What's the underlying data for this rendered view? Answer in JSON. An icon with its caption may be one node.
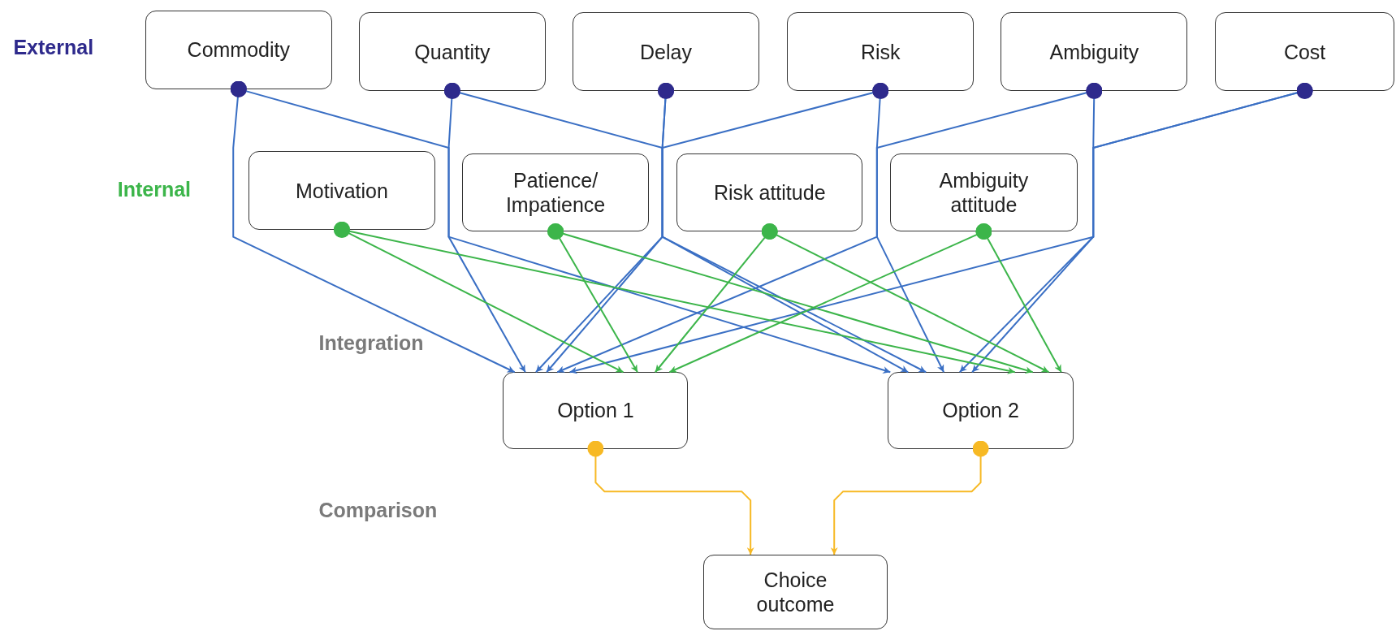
{
  "diagram": {
    "nodes": [
      {
        "text": [
          "Commodity"
        ]
      },
      {
        "text": [
          "Quantity"
        ]
      },
      {
        "text": [
          "Delay"
        ]
      },
      {
        "text": [
          "Risk"
        ]
      },
      {
        "text": [
          "Ambiguity"
        ]
      },
      {
        "text": [
          "Cost"
        ]
      },
      {
        "text": [
          "Motivation"
        ]
      },
      {
        "text": [
          "Patience/ Impatience"
        ]
      },
      {
        "text": [
          "Risk attitude"
        ]
      },
      {
        "text": [
          "Ambiguity attitude"
        ]
      },
      {
        "text": [
          "Option 1"
        ]
      },
      {
        "text": [
          "Option 2"
        ]
      },
      {
        "text": [
          "Choice outcome"
        ]
      }
    ],
    "edges": [
      {
        "from": 0,
        "to": 10,
        "arrow": "to"
      },
      {
        "from": 0,
        "to": 11,
        "arrow": "to"
      },
      {
        "from": 1,
        "to": 10,
        "arrow": "to"
      },
      {
        "from": 1,
        "to": 11,
        "arrow": "to"
      },
      {
        "from": 2,
        "to": 10,
        "arrow": "to"
      },
      {
        "from": 2,
        "to": 11,
        "arrow": "to"
      },
      {
        "from": 3,
        "to": 10,
        "arrow": "to"
      },
      {
        "from": 3,
        "to": 11,
        "arrow": "to"
      },
      {
        "from": 4,
        "to": 10,
        "arrow": "to"
      },
      {
        "from": 4,
        "to": 11,
        "arrow": "to"
      },
      {
        "from": 5,
        "to": 10,
        "arrow": "to"
      },
      {
        "from": 5,
        "to": 11,
        "arrow": "to"
      },
      {
        "from": 6,
        "to": 10,
        "arrow": "to",
        "color": "#3cb54a"
      },
      {
        "from": 6,
        "to": 11,
        "arrow": "to",
        "color": "#3cb54a"
      },
      {
        "from": 7,
        "to": 10,
        "arrow": "to",
        "color": "#3cb54a"
      },
      {
        "from": 7,
        "to": 11,
        "arrow": "to",
        "color": "#3cb54a"
      },
      {
        "from": 8,
        "to": 10,
        "arrow": "to",
        "color": "#3cb54a"
      },
      {
        "from": 8,
        "to": 11,
        "arrow": "to",
        "color": "#3cb54a"
      },
      {
        "from": 9,
        "to": 10,
        "arrow": "to",
        "color": "#3cb54a"
      },
      {
        "from": 9,
        "to": 11,
        "arrow": "to",
        "color": "#3cb54a"
      },
      {
        "from": 10,
        "to": 12,
        "arrow": "to",
        "color": "#f7b924"
      },
      {
        "from": 11,
        "to": 12,
        "arrow": "to",
        "color": "#f7b924"
      }
    ],
    "labels": [
      "External",
      "Internal",
      "Integration",
      "Comparison"
    ]
  }
}
